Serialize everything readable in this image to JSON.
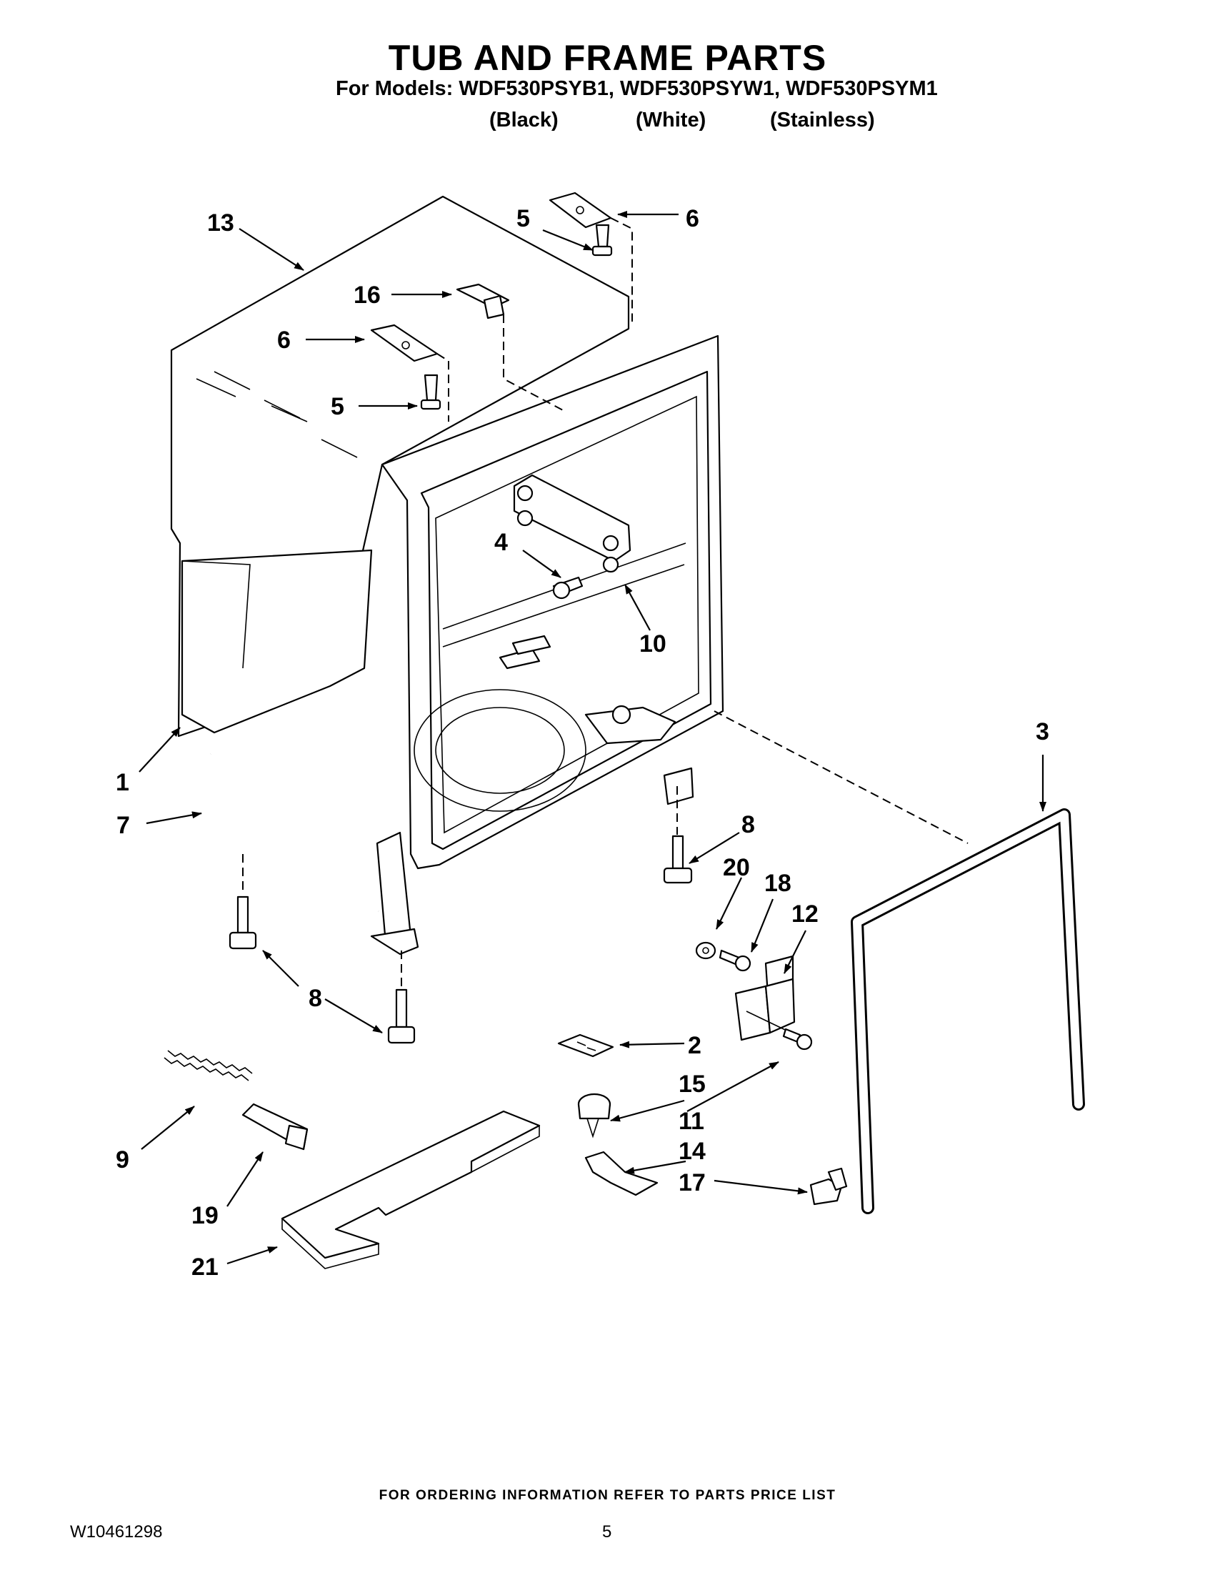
{
  "header": {
    "title": "TUB AND FRAME PARTS",
    "subtitle": "For Models: WDF530PSYB1, WDF530PSYW1, WDF530PSYM1",
    "colors": [
      "(Black)",
      "(White)",
      "(Stainless)"
    ]
  },
  "callouts": {
    "c13": "13",
    "c5a": "5",
    "c6a": "6",
    "c16": "16",
    "c6b": "6",
    "c5b": "5",
    "c4": "4",
    "c10": "10",
    "c1": "1",
    "c7": "7",
    "c3": "3",
    "c8a": "8",
    "c20": "20",
    "c18": "18",
    "c12": "12",
    "c8b": "8",
    "c2": "2",
    "c15": "15",
    "c11": "11",
    "c9": "9",
    "c14": "14",
    "c17": "17",
    "c19": "19",
    "c21": "21"
  },
  "footer": {
    "note": "FOR ORDERING INFORMATION REFER TO PARTS PRICE LIST",
    "doc_number": "W10461298",
    "page_number": "5"
  }
}
